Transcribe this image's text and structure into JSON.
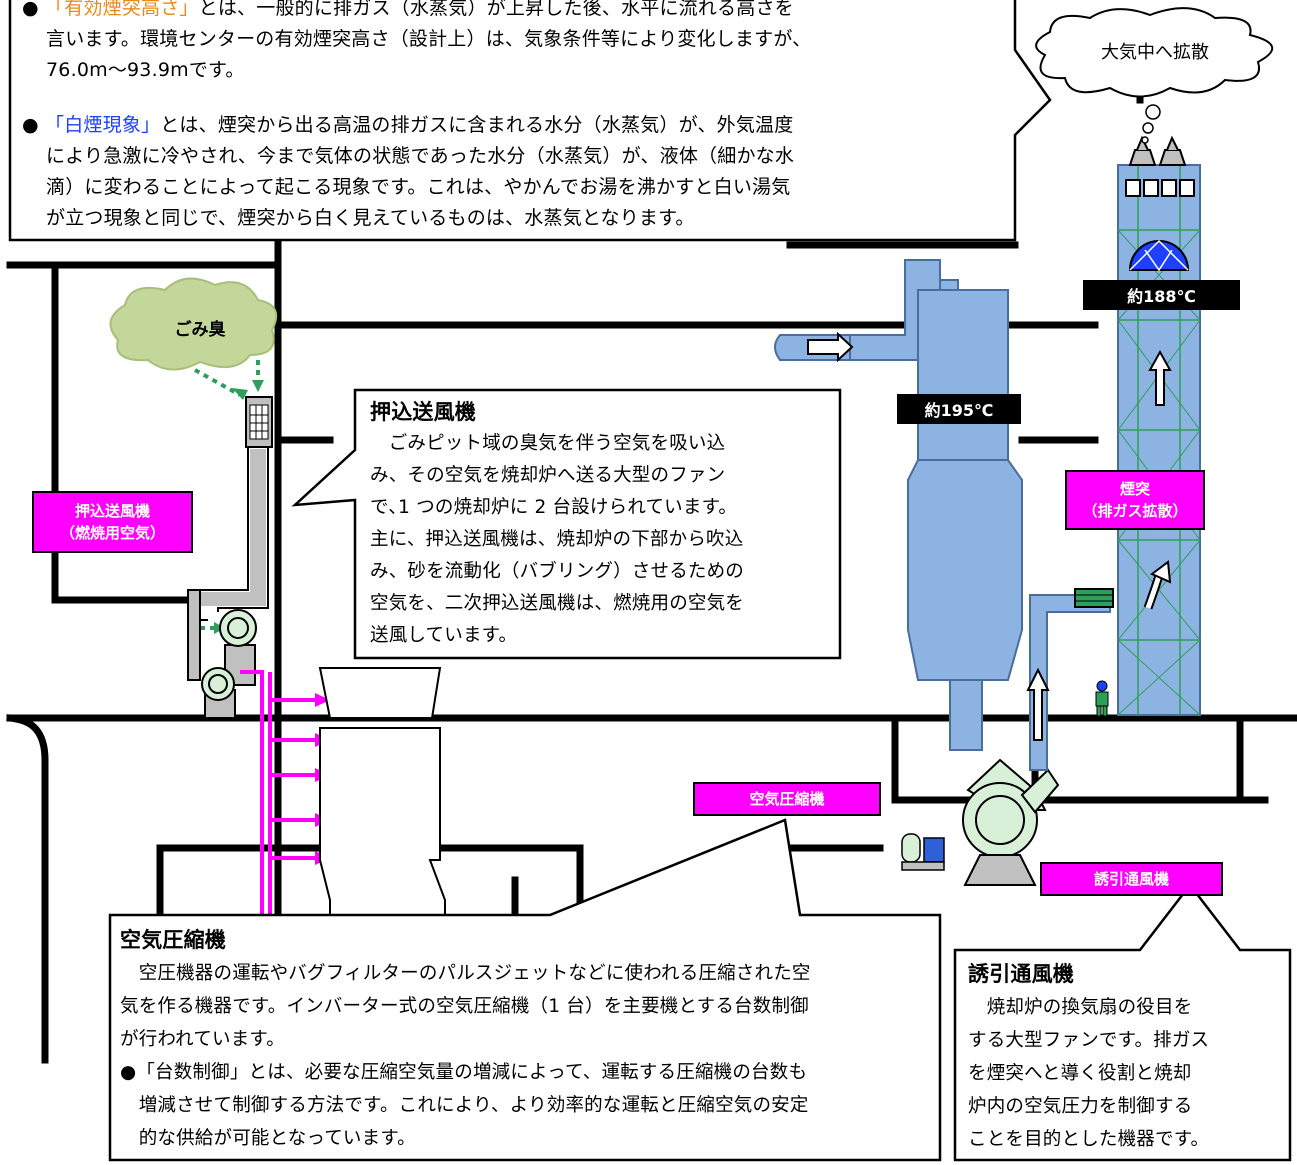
{
  "top_callout": {
    "line1_prefix": "●",
    "line1_term": "「有効煙突高さ」",
    "line1_rest": "とは、一般的に排ガス（水蒸気）が上昇した後、水平に流れる高さを",
    "line2": "言います。環境センターの有効煙突高さ（設計上）は、気象条件等により変化しますが、",
    "line3": "76.0m～93.9mです。",
    "para2_bullet": "●",
    "para2_term": "「白煙現象」",
    "para2_line1_rest": "とは、煙突から出る高温の排ガスに含まれる水分（水蒸気）が、外気温度",
    "para2_line2": "により急激に冷やされ、今まで気体の状態であった水分（水蒸気）が、液体（細かな水",
    "para2_line3": "滴）に変わることによって起こる現象です。これは、やかんでお湯を沸かすと白い湯気",
    "para2_line4": "が立つ現象と同じで、煙突から白く見えているものは、水蒸気となります。"
  },
  "cloud_diffuse": "大気中へ拡散",
  "cloud_odor": "ごみ臭",
  "labels": {
    "fdf_tag_line1": "押込送風機",
    "fdf_tag_line2": "（燃焼用空気）",
    "chimney_tag_line1": "煙突",
    "chimney_tag_line2": "（排ガス拡散）",
    "compressor_tag": "空気圧縮機",
    "idf_tag": "誘引通風機",
    "temp_195": "約195℃",
    "temp_188": "約188℃"
  },
  "fdf_callout": {
    "title": "押込送風機",
    "lines": [
      "　ごみピット域の臭気を伴う空気を吸い込",
      "み、その空気を焼却炉へ送る大型のファン",
      "で､1 つの焼却炉に 2 台設けられています。",
      "主に、押込送風機は、焼却炉の下部から吹込",
      "み、砂を流動化（バブリング）させるための",
      "空気を、二次押込送風機は、燃焼用の空気を",
      "送風しています。"
    ]
  },
  "compressor_callout": {
    "title": "空気圧縮機",
    "lines": [
      "　空圧機器の運転やバグフィルターのパルスジェットなどに使われる圧縮された空",
      "気を作る機器です。インバーター式の空気圧縮機（1 台）を主要機とする台数制御",
      "が行われています。",
      "●「台数制御」とは、必要な圧縮空気量の増減によって、運転する圧縮機の台数も",
      "　増減させて制御する方法です。これにより、より効率的な運転と圧縮空気の安定",
      "　的な供給が可能となっています。"
    ]
  },
  "idf_callout": {
    "title": "誘引通風機",
    "lines": [
      "　焼却炉の換気扇の役目を",
      "する大型ファンです。排ガス",
      "を煙突へと導く役割と焼却",
      "炉内の空気圧力を制御する",
      "ことを目的とした機器です。"
    ]
  },
  "colors": {
    "equipment_blue": "#8db3e2",
    "tag_magenta": "#ff00ff",
    "duct_gray": "#c0c0c0",
    "odor_cloud": "#c4d79b",
    "airflow_green": "#2e9e5b",
    "heading_blue": "#1e40ff",
    "heading_orange": "#e88a1a"
  }
}
